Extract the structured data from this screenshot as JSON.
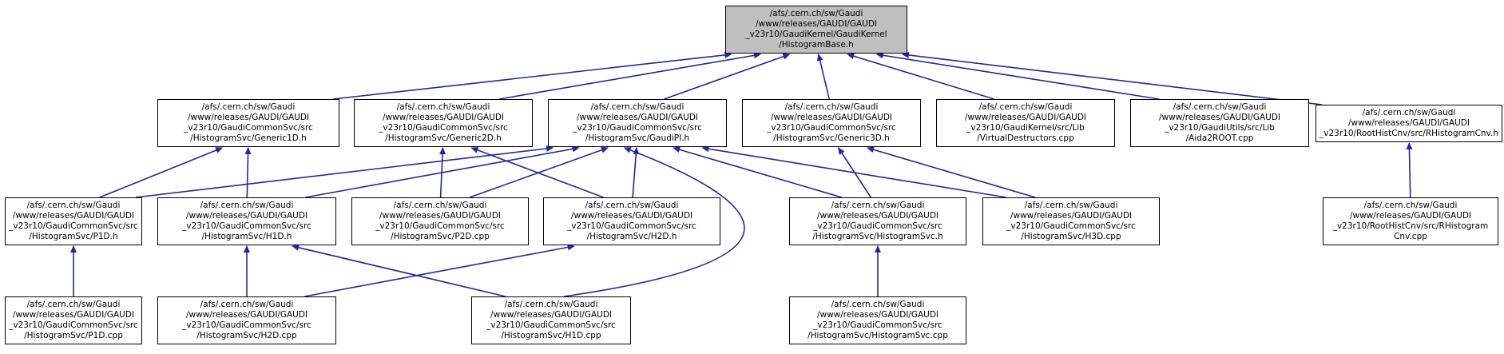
{
  "colors": {
    "background": "#ffffff",
    "edge": "#26269c",
    "node_border": "#000000",
    "node_fill": "#ffffff",
    "root_fill": "#bfbfbf"
  },
  "nodes": {
    "histogrambase_h": {
      "label": "/afs/.cern.ch/sw/Gaudi\n/www/releases/GAUDI/GAUDI\n_v23r10/GaudiKernel/GaudiKernel\n/HistogramBase.h"
    },
    "generic1d_h": {
      "label": "/afs/.cern.ch/sw/Gaudi\n/www/releases/GAUDI/GAUDI\n_v23r10/GaudiCommonSvc/src\n/HistogramSvc/Generic1D.h"
    },
    "generic2d_h": {
      "label": "/afs/.cern.ch/sw/Gaudi\n/www/releases/GAUDI/GAUDI\n_v23r10/GaudiCommonSvc/src\n/HistogramSvc/Generic2D.h"
    },
    "gaudipi_h": {
      "label": "/afs/.cern.ch/sw/Gaudi\n/www/releases/GAUDI/GAUDI\n_v23r10/GaudiCommonSvc/src\n/HistogramSvc/GaudiPI.h"
    },
    "generic3d_h": {
      "label": "/afs/.cern.ch/sw/Gaudi\n/www/releases/GAUDI/GAUDI\n_v23r10/GaudiCommonSvc/src\n/HistogramSvc/Generic3D.h"
    },
    "virtualdestructors_cpp": {
      "label": "/afs/.cern.ch/sw/Gaudi\n/www/releases/GAUDI/GAUDI\n_v23r10/GaudiKernel/src/Lib\n/VirtualDestructors.cpp"
    },
    "aida2root_cpp": {
      "label": "/afs/.cern.ch/sw/Gaudi\n/www/releases/GAUDI/GAUDI\n_v23r10/GaudiUtils/src/Lib\n/Aida2ROOT.cpp"
    },
    "rhistogramcnv_h": {
      "label": "/afs/.cern.ch/sw/Gaudi\n/www/releases/GAUDI/GAUDI\n_v23r10/RootHistCnv/src/RHistogramCnv.h"
    },
    "p1d_h": {
      "label": "/afs/.cern.ch/sw/Gaudi\n/www/releases/GAUDI/GAUDI\n_v23r10/GaudiCommonSvc/src\n/HistogramSvc/P1D.h"
    },
    "h1d_h": {
      "label": "/afs/.cern.ch/sw/Gaudi\n/www/releases/GAUDI/GAUDI\n_v23r10/GaudiCommonSvc/src\n/HistogramSvc/H1D.h"
    },
    "p2d_cpp": {
      "label": "/afs/.cern.ch/sw/Gaudi\n/www/releases/GAUDI/GAUDI\n_v23r10/GaudiCommonSvc/src\n/HistogramSvc/P2D.cpp"
    },
    "h2d_h": {
      "label": "/afs/.cern.ch/sw/Gaudi\n/www/releases/GAUDI/GAUDI\n_v23r10/GaudiCommonSvc/src\n/HistogramSvc/H2D.h"
    },
    "histogramsvc_h": {
      "label": "/afs/.cern.ch/sw/Gaudi\n/www/releases/GAUDI/GAUDI\n_v23r10/GaudiCommonSvc/src\n/HistogramSvc/HistogramSvc.h"
    },
    "h3d_cpp": {
      "label": "/afs/.cern.ch/sw/Gaudi\n/www/releases/GAUDI/GAUDI\n_v23r10/GaudiCommonSvc/src\n/HistogramSvc/H3D.cpp"
    },
    "rhistogramcnv_cpp": {
      "label": "/afs/.cern.ch/sw/Gaudi\n/www/releases/GAUDI/GAUDI\n_v23r10/RootHistCnv/src/RHistogram\nCnv.cpp"
    },
    "p1d_cpp": {
      "label": "/afs/.cern.ch/sw/Gaudi\n/www/releases/GAUDI/GAUDI\n_v23r10/GaudiCommonSvc/src\n/HistogramSvc/P1D.cpp"
    },
    "h2d_cpp": {
      "label": "/afs/.cern.ch/sw/Gaudi\n/www/releases/GAUDI/GAUDI\n_v23r10/GaudiCommonSvc/src\n/HistogramSvc/H2D.cpp"
    },
    "h1d_cpp": {
      "label": "/afs/.cern.ch/sw/Gaudi\n/www/releases/GAUDI/GAUDI\n_v23r10/GaudiCommonSvc/src\n/HistogramSvc/H1D.cpp"
    },
    "histogramsvc_cpp": {
      "label": "/afs/.cern.ch/sw/Gaudi\n/www/releases/GAUDI/GAUDI\n_v23r10/GaudiCommonSvc/src\n/HistogramSvc/HistogramSvc.cpp"
    }
  },
  "edges": [
    {
      "from": "generic1d_h",
      "to": "histogrambase_h"
    },
    {
      "from": "generic2d_h",
      "to": "histogrambase_h"
    },
    {
      "from": "gaudipi_h",
      "to": "histogrambase_h"
    },
    {
      "from": "generic3d_h",
      "to": "histogrambase_h"
    },
    {
      "from": "virtualdestructors_cpp",
      "to": "histogrambase_h"
    },
    {
      "from": "aida2root_cpp",
      "to": "histogrambase_h"
    },
    {
      "from": "rhistogramcnv_h",
      "to": "histogrambase_h"
    },
    {
      "from": "p1d_h",
      "to": "generic1d_h"
    },
    {
      "from": "h1d_h",
      "to": "generic1d_h"
    },
    {
      "from": "p2d_cpp",
      "to": "generic2d_h"
    },
    {
      "from": "h2d_h",
      "to": "generic2d_h"
    },
    {
      "from": "p1d_h",
      "to": "gaudipi_h"
    },
    {
      "from": "h1d_h",
      "to": "gaudipi_h"
    },
    {
      "from": "p2d_cpp",
      "to": "gaudipi_h"
    },
    {
      "from": "h2d_h",
      "to": "gaudipi_h"
    },
    {
      "from": "histogramsvc_h",
      "to": "gaudipi_h"
    },
    {
      "from": "h3d_cpp",
      "to": "gaudipi_h"
    },
    {
      "from": "h1d_cpp",
      "to": "gaudipi_h",
      "via": [
        930,
        295
      ]
    },
    {
      "from": "histogramsvc_h",
      "to": "generic3d_h"
    },
    {
      "from": "h3d_cpp",
      "to": "generic3d_h"
    },
    {
      "from": "rhistogramcnv_cpp",
      "to": "rhistogramcnv_h"
    },
    {
      "from": "p1d_cpp",
      "to": "p1d_h"
    },
    {
      "from": "h2d_cpp",
      "to": "h1d_h"
    },
    {
      "from": "h1d_cpp",
      "to": "h1d_h"
    },
    {
      "from": "h2d_cpp",
      "to": "h2d_h"
    },
    {
      "from": "histogramsvc_cpp",
      "to": "histogramsvc_h"
    }
  ]
}
